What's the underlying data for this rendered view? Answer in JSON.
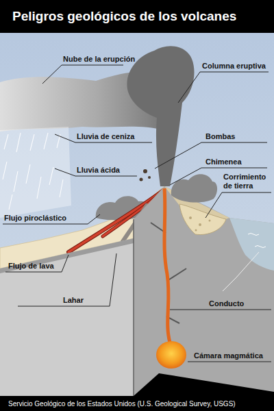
{
  "diagram": {
    "title": "Peligros geológicos de los volcanes",
    "caption": "Servicio Geológico de los Estados Unidos (U.S. Geological Survey, USGS)",
    "labels": [
      "Nube de la erupción",
      "Columna eruptiva",
      "Lluvia de ceniza",
      "Bombas",
      "Lluvia ácida",
      "Chimenea",
      "Corrimiento de tierra",
      "Flujo piroclástico",
      "Flujo de lava",
      "Lahar",
      "Conducto",
      "Cámara magmática"
    ]
  }
}
